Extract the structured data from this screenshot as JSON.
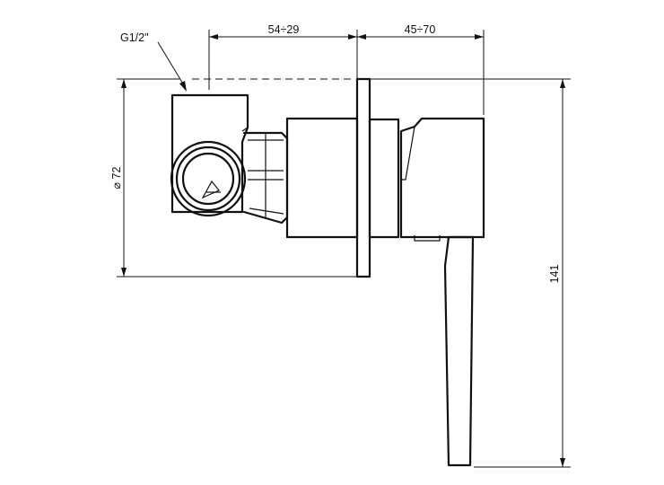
{
  "drawing": {
    "labels": {
      "thread": "G1/2\"",
      "depth_range": "54÷29",
      "handle_range": "45÷70",
      "diameter": "⌀ 72",
      "height": "141"
    },
    "colors": {
      "line": "#111111",
      "background": "#ffffff"
    }
  }
}
